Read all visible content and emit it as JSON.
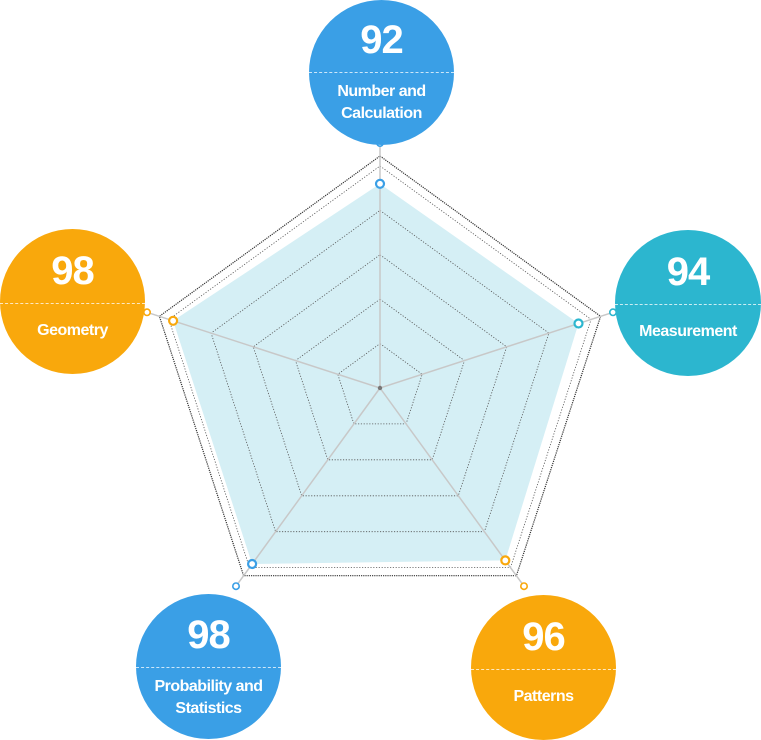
{
  "chart_data": {
    "type": "radar",
    "categories": [
      "Number and Calculation",
      "Measurement",
      "Patterns",
      "Probability and Statistics",
      "Geometry"
    ],
    "values": [
      92,
      94,
      96,
      98,
      98
    ],
    "labels": [
      "92",
      "94",
      "96",
      "98",
      "98"
    ],
    "rlim": [
      0,
      100
    ],
    "rings": 5,
    "fill_color": "#d5eff5",
    "outline_color": "#333333"
  },
  "colors": {
    "blue": "#3a9fe6",
    "teal": "#2cb6cf",
    "orange": "#f9a80c"
  },
  "bubbles": [
    {
      "score": "92",
      "label": "Number and\nCalculation",
      "color": "#3a9fe6"
    },
    {
      "score": "94",
      "label": "Measurement",
      "color": "#2cb6cf"
    },
    {
      "score": "96",
      "label": "Patterns",
      "color": "#f9a80c"
    },
    {
      "score": "98",
      "label": "Probability and\nStatistics",
      "color": "#3a9fe6"
    },
    {
      "score": "98",
      "label": "Geometry",
      "color": "#f9a80c"
    }
  ]
}
